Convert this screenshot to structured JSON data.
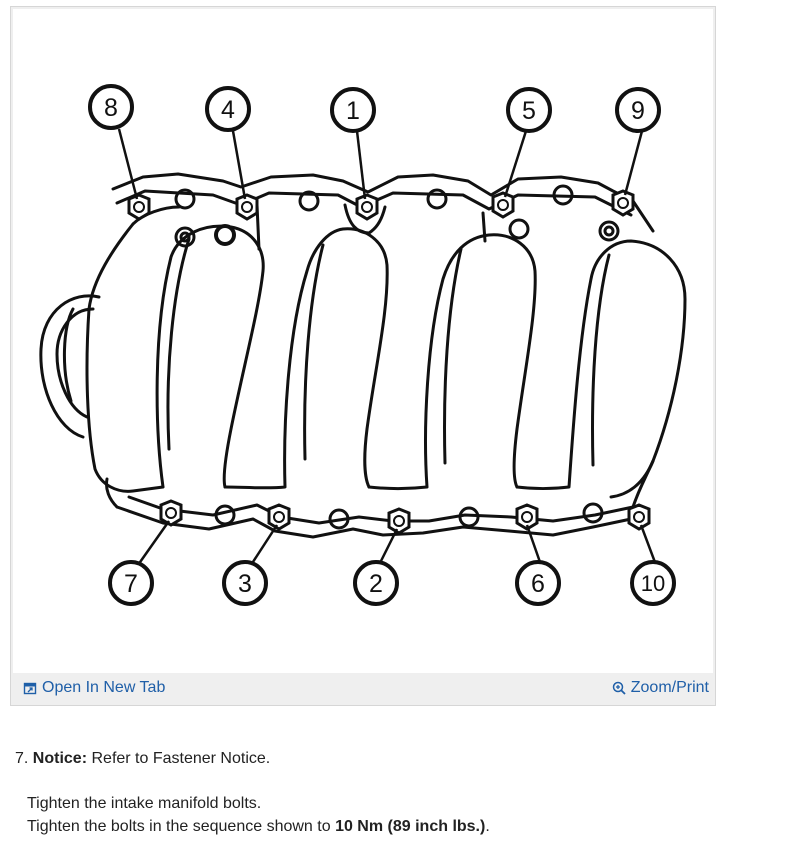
{
  "figure": {
    "bolt_labels": [
      "8",
      "4",
      "1",
      "5",
      "9",
      "7",
      "3",
      "2",
      "6",
      "10"
    ],
    "open_new_tab_label": "Open In New Tab",
    "zoom_print_label": "Zoom/Print",
    "icons": {
      "open_tab": "open-tab-icon",
      "zoom": "magnifier-plus-icon"
    }
  },
  "step": {
    "number": "7.",
    "notice_label": "Notice:",
    "notice_text": "Refer to Fastener Notice.",
    "line1": "Tighten the intake manifold bolts.",
    "line2_prefix": "Tighten the bolts in the sequence shown to",
    "torque": "10 Nm (89 inch lbs.)",
    "line2_suffix": "."
  }
}
